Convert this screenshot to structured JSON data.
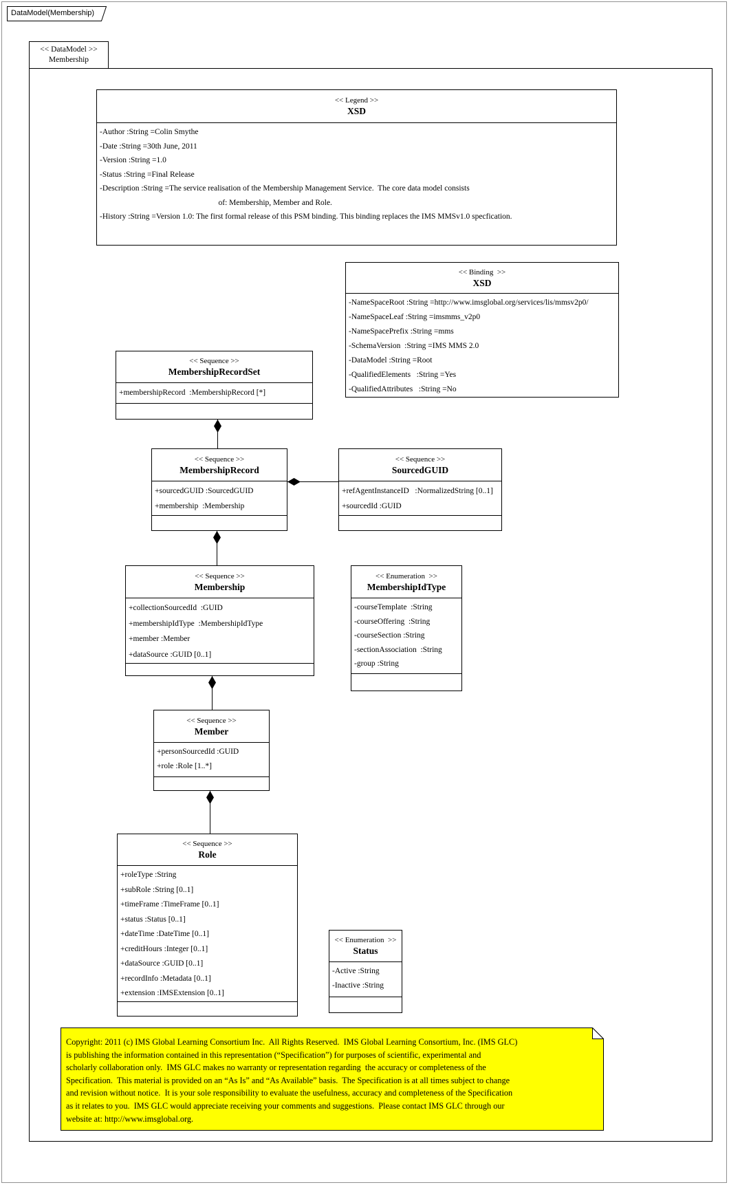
{
  "tab": {
    "label": "DataModel(Membership)"
  },
  "frame": {
    "stereotype": "<< DataModel >>",
    "name": "Membership"
  },
  "classes": {
    "legend": {
      "stereotype": "<< Legend >>",
      "name": "XSD",
      "attributes": [
        "-Author :String =Colin Smythe",
        "-Date :String =30th June, 2011",
        "-Version :String =1.0",
        "-Status :String =Final Release",
        "-Description :String =The service realisation of the Membership Management Service.  The core data model consists",
        "                                                            of: Membership, Member and Role.",
        "-History :String =Version 1.0: The first formal release of this PSM binding. This binding replaces the IMS MMSv1.0 specfication."
      ]
    },
    "binding": {
      "stereotype": "<< Binding  >>",
      "name": "XSD",
      "attributes": [
        "-NameSpaceRoot :String =http://www.imsglobal.org/services/lis/mmsv2p0/",
        "-NameSpaceLeaf :String =imsmms_v2p0",
        "-NameSpacePrefix :String =mms",
        "-SchemaVersion  :String =IMS MMS 2.0",
        "-DataModel :String =Root",
        "-QualifiedElements   :String =Yes",
        "-QualifiedAttributes   :String =No"
      ]
    },
    "membership_record_set": {
      "stereotype": "<< Sequence >>",
      "name": "MembershipRecordSet",
      "attributes": [
        "+membershipRecord  :MembershipRecord [*]"
      ]
    },
    "membership_record": {
      "stereotype": "<< Sequence >>",
      "name": "MembershipRecord",
      "attributes": [
        "+sourcedGUID :SourcedGUID",
        "+membership  :Membership"
      ]
    },
    "sourced_guid": {
      "stereotype": "<< Sequence >>",
      "name": "SourcedGUID",
      "attributes": [
        "+refAgentInstanceID   :NormalizedString [0..1]",
        "+sourcedId :GUID"
      ]
    },
    "membership": {
      "stereotype": "<< Sequence >>",
      "name": "Membership",
      "attributes": [
        "+collectionSourcedId  :GUID",
        "+membershipIdType  :MembershipIdType",
        "+member :Member",
        "+dataSource :GUID [0..1]"
      ]
    },
    "membership_id_type": {
      "stereotype": "<< Enumeration  >>",
      "name": "MembershipIdType",
      "attributes": [
        "-courseTemplate  :String",
        "-courseOffering  :String",
        "-courseSection :String",
        "-sectionAssociation  :String",
        "-group :String"
      ]
    },
    "member": {
      "stereotype": "<< Sequence >>",
      "name": "Member",
      "attributes": [
        "+personSourcedId :GUID",
        "+role :Role [1..*]"
      ]
    },
    "role": {
      "stereotype": "<< Sequence >>",
      "name": "Role",
      "attributes": [
        "+roleType :String",
        "+subRole :String [0..1]",
        "+timeFrame :TimeFrame [0..1]",
        "+status :Status [0..1]",
        "+dateTime :DateTime [0..1]",
        "+creditHours :Integer [0..1]",
        "+dataSource :GUID [0..1]",
        "+recordInfo :Metadata [0..1]",
        "+extension :IMSExtension [0..1]"
      ]
    },
    "status": {
      "stereotype": "<< Enumeration  >>",
      "name": "Status",
      "attributes": [
        "-Active :String",
        "-Inactive :String"
      ]
    }
  },
  "note": {
    "lines": [
      "Copyright: 2011 (c) IMS Global Learning Consortium Inc.  All Rights Reserved.  IMS Global Learning Consortium, Inc. (IMS GLC)",
      "is publishing the information contained in this representation (“Specification”) for purposes of scientific, experimental and",
      "scholarly collaboration only.  IMS GLC makes no warranty or representation regarding  the accuracy or completeness of the",
      "Specification.  This material is provided on an “As Is” and “As Available” basis.  The Specification is at all times subject to change",
      "and revision without notice.  It is your sole responsibility to evaluate the usefulness, accuracy and completeness of the Specification",
      "as it relates to you.  IMS GLC would appreciate receiving your comments and suggestions.  Please contact IMS GLC through our",
      "website at: http://www.imsglobal.org."
    ]
  },
  "colors": {
    "note_bg": "#FFFF00",
    "line": "#000000",
    "page_border": "#909090"
  }
}
